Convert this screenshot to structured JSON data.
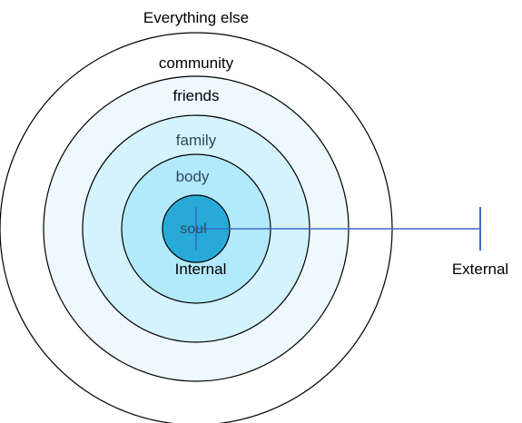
{
  "diagram": {
    "outer_label": "Everything else",
    "rings": [
      {
        "label": "community",
        "fill": "#ffffff"
      },
      {
        "label": "friends",
        "fill": "#edf9fd"
      },
      {
        "label": "family",
        "fill": "#d4f3fc"
      },
      {
        "label": "body",
        "fill": "#b2e9fb"
      },
      {
        "label": "soul",
        "fill": "#8ddbf7"
      },
      {
        "label": "",
        "fill": "#27aad8"
      }
    ],
    "inner_caption": "Internal",
    "scale_label": "External",
    "colors": {
      "ring_stroke": "#000000",
      "axis_line": "#3f6bc4",
      "label_dark": "#000000",
      "label_muted": "#2f4a5c"
    }
  }
}
